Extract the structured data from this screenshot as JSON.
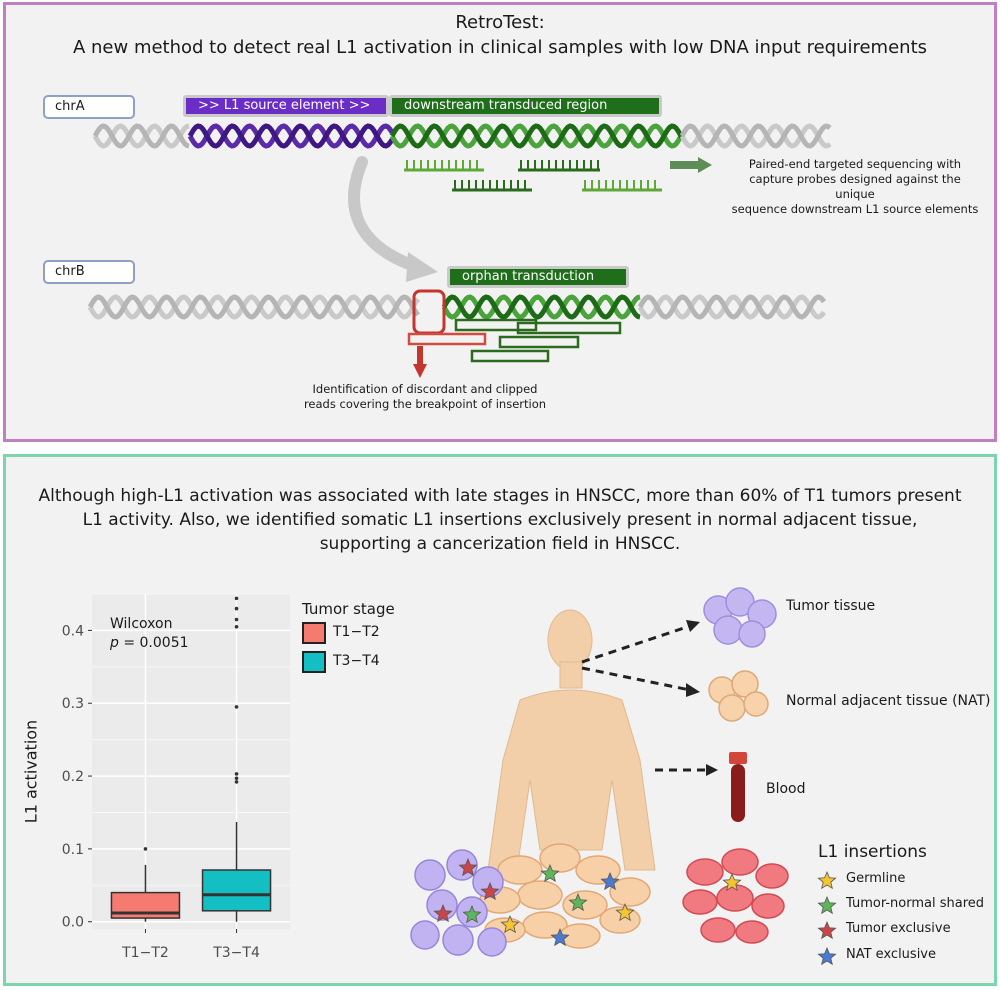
{
  "top": {
    "title_line1": "RetroTest:",
    "title_line2": "A new method to detect real L1 activation in clinical samples with low DNA input requirements",
    "chrA": "chrA",
    "chrB": "chrB",
    "source_element": ">> L1 source element >>",
    "downstream_region": "downstream transduced region",
    "orphan_transduction": "orphan transduction",
    "sequencing_note": [
      "Paired-end targeted sequencing with",
      "capture probes designed against the unique",
      "sequence downstream L1 source elements"
    ],
    "identification_note": [
      "Identification of discordant and clipped",
      "reads covering the breakpoint of insertion"
    ]
  },
  "bottom": {
    "summary": [
      "Although high-L1 activation was associated with late stages in HNSCC, more than 60% of T1 tumors present",
      "L1 activity. Also, we identified somatic L1 insertions exclusively present in normal adjacent tissue,",
      "supporting a cancerization field in HNSCC."
    ],
    "tissues": {
      "tumor": "Tumor tissue",
      "nat": "Normal adjacent tissue (NAT)",
      "blood": "Blood"
    },
    "insertions_legend": {
      "title": "L1 insertions",
      "items": [
        {
          "label": "Germline",
          "color": "#f5c431"
        },
        {
          "label": "Tumor-normal shared",
          "color": "#5fb55a"
        },
        {
          "label": "Tumor exclusive",
          "color": "#c8464a"
        },
        {
          "label": "NAT exclusive",
          "color": "#4a7ad1"
        }
      ]
    }
  },
  "chart_data": {
    "type": "box",
    "ylabel": "L1 activation",
    "xlabel": "",
    "categories": [
      "T1−T2",
      "T3−T4"
    ],
    "ylim": [
      -0.01,
      0.45
    ],
    "yticks": [
      "0.0",
      "0.1",
      "0.2",
      "0.3",
      "0.4"
    ],
    "ytick_values": [
      0,
      0.1,
      0.2,
      0.3,
      0.4
    ],
    "grid": true,
    "legend_title": "Tumor stage",
    "legend_position": "right",
    "stat_test": "Wilcoxon",
    "p_label": "p",
    "p_value": "= 0.0051",
    "series": [
      {
        "name": "T1−T2",
        "color": "#f57b71",
        "q1": 0.005,
        "median": 0.012,
        "q3": 0.04,
        "whisker_low": 0.0,
        "whisker_high": 0.078,
        "outliers": [
          0.1
        ]
      },
      {
        "name": "T3−T4",
        "color": "#14bfc4",
        "q1": 0.015,
        "median": 0.037,
        "q3": 0.071,
        "whisker_low": 0.0,
        "whisker_high": 0.137,
        "outliers": [
          0.192,
          0.197,
          0.203,
          0.295,
          0.405,
          0.415,
          0.43,
          0.444
        ]
      }
    ]
  }
}
